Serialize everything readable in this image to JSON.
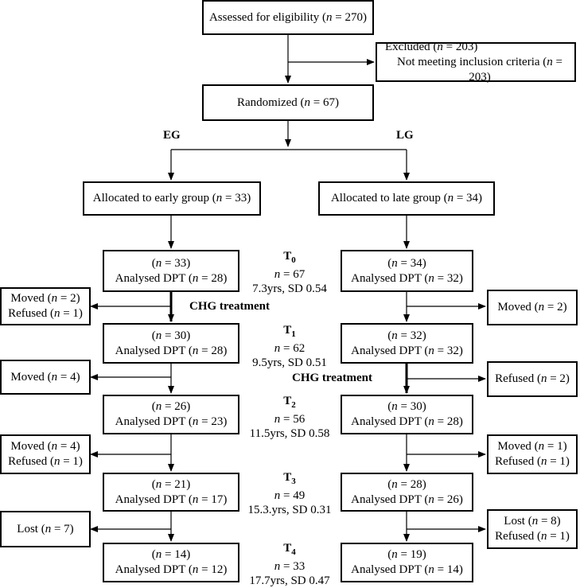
{
  "boxes": {
    "assessed": {
      "pre": "Assessed for eligibility (",
      "var": "n",
      "post": " = 270)"
    },
    "excluded": {
      "l1": {
        "pre": "Excluded (",
        "var": "n",
        "post": " = 203)"
      },
      "l2": {
        "pre": "Not meeting inclusion criteria (",
        "var": "n",
        "post": " = 203)"
      }
    },
    "randomized": {
      "pre": "Randomized (",
      "var": "n",
      "post": " = 67)"
    },
    "alloc_early": {
      "pre": "Allocated to early group (",
      "var": "n",
      "post": " = 33)"
    },
    "alloc_late": {
      "pre": "Allocated to late group (",
      "var": "n",
      "post": " = 34)"
    }
  },
  "group_labels": {
    "early": "EG",
    "late": "LG"
  },
  "treatment_label": "CHG treatment",
  "n_prefix": "(",
  "var_n": "n",
  "analysed_prefix": "Analysed DPT (",
  "timepoints": [
    {
      "label": "T",
      "sub": "0",
      "n_var": "n",
      "n_text": " = 67",
      "age": "7.3yrs, SD 0.54",
      "early": {
        "n": " = 33)",
        "analysed": " = 28)"
      },
      "late": {
        "n": " = 34)",
        "analysed": " = 32)"
      }
    },
    {
      "label": "T",
      "sub": "1",
      "n_var": "n",
      "n_text": " = 62",
      "age": "9.5yrs, SD 0.51",
      "early": {
        "n": " = 30)",
        "analysed": " = 28)"
      },
      "late": {
        "n": " = 32)",
        "analysed": " = 32)"
      }
    },
    {
      "label": "T",
      "sub": "2",
      "n_var": "n",
      "n_text": " = 56",
      "age": "11.5yrs, SD 0.58",
      "early": {
        "n": " = 26)",
        "analysed": " = 23)"
      },
      "late": {
        "n": " = 30)",
        "analysed": " = 28)"
      }
    },
    {
      "label": "T",
      "sub": "3",
      "n_var": "n",
      "n_text": " = 49",
      "age": "15.3.yrs, SD 0.31",
      "early": {
        "n": " = 21)",
        "analysed": " = 17)"
      },
      "late": {
        "n": " = 28)",
        "analysed": " = 26)"
      }
    },
    {
      "label": "T",
      "sub": "4",
      "n_var": "n",
      "n_text": " = 33",
      "age": "17.7yrs, SD 0.47",
      "early": {
        "n": " = 14)",
        "analysed": " = 12)"
      },
      "late": {
        "n": " = 19)",
        "analysed": " = 14)"
      }
    }
  ],
  "dropouts": {
    "early": [
      {
        "lines": [
          {
            "pre": "Moved (",
            "var": "n",
            "post": " = 2)"
          },
          {
            "pre": "Refused (",
            "var": "n",
            "post": " = 1)"
          }
        ]
      },
      {
        "lines": [
          {
            "pre": "Moved (",
            "var": "n",
            "post": " = 4)"
          }
        ]
      },
      {
        "lines": [
          {
            "pre": "Moved (",
            "var": "n",
            "post": " = 4)"
          },
          {
            "pre": "Refused (",
            "var": "n",
            "post": " = 1)"
          }
        ]
      },
      {
        "lines": [
          {
            "pre": "Lost (",
            "var": "n",
            "post": " = 7)"
          }
        ]
      }
    ],
    "late": [
      {
        "lines": [
          {
            "pre": "Moved (",
            "var": "n",
            "post": " = 2)"
          }
        ]
      },
      {
        "lines": [
          {
            "pre": "Refused (",
            "var": "n",
            "post": " = 2)"
          }
        ]
      },
      {
        "lines": [
          {
            "pre": "Moved (",
            "var": "n",
            "post": " = 1)"
          },
          {
            "pre": "Refused (",
            "var": "n",
            "post": " = 1)"
          }
        ]
      },
      {
        "lines": [
          {
            "pre": "Lost (",
            "var": "n",
            "post": " = 8)"
          },
          {
            "pre": "Refused (",
            "var": "n",
            "post": " = 1)"
          }
        ]
      }
    ]
  }
}
